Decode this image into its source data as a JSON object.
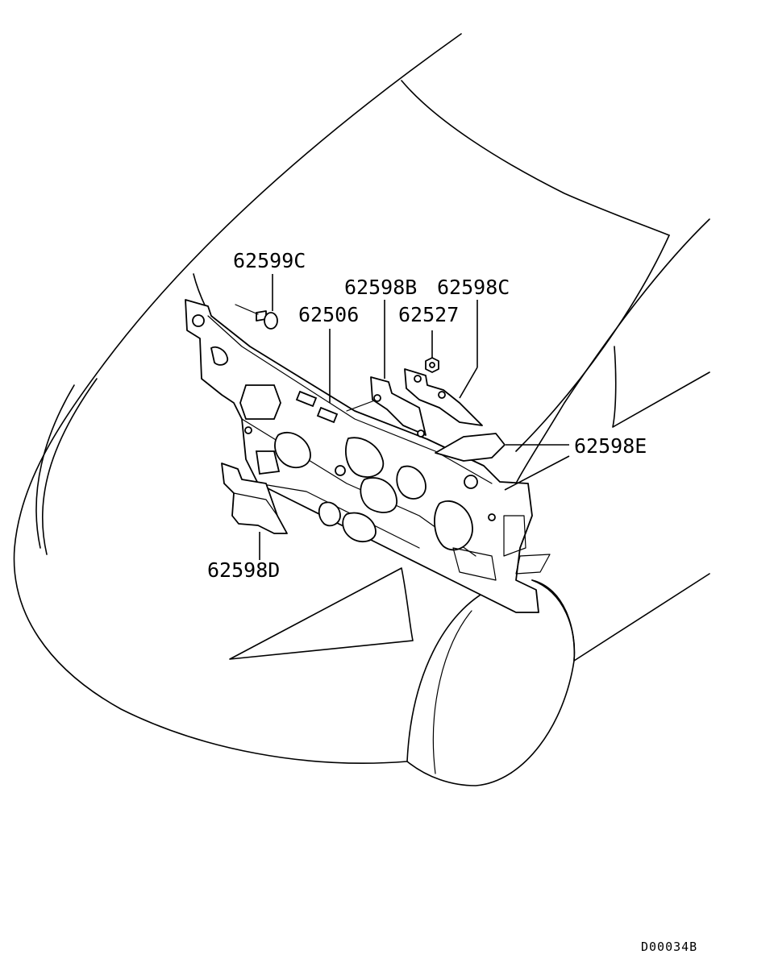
{
  "labels": {
    "p62599c": "62599C",
    "p62598b": "62598B",
    "p62598c": "62598C",
    "p62506": "62506",
    "p62527": "62527",
    "p62598e": "62598E",
    "p62598d": "62598D"
  },
  "drawing_code": "D00034B"
}
